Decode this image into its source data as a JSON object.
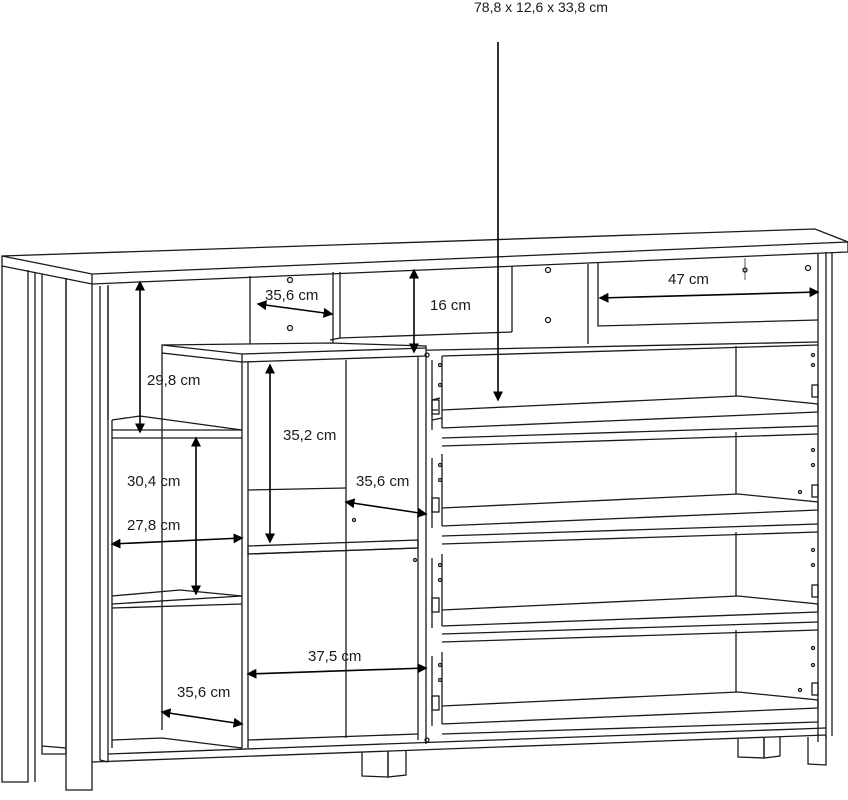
{
  "drawer_dimensions": "78,8 x 12,6 x 33,8 cm",
  "dimensions": {
    "top_niche_width": "35,6 cm",
    "top_niche_height": "16 cm",
    "top_right_width": "47 cm",
    "left_upper_height": "29,8 cm",
    "left_middle_height": "30,4 cm",
    "left_width": "27,8 cm",
    "center_upper_height": "35,2 cm",
    "center_upper_depth": "35,6 cm",
    "center_lower_width": "37,5 cm",
    "left_lower_depth": "35,6 cm"
  },
  "colors": {
    "line": "#1a1a1a",
    "arrow": "#000000",
    "background": "#ffffff"
  }
}
